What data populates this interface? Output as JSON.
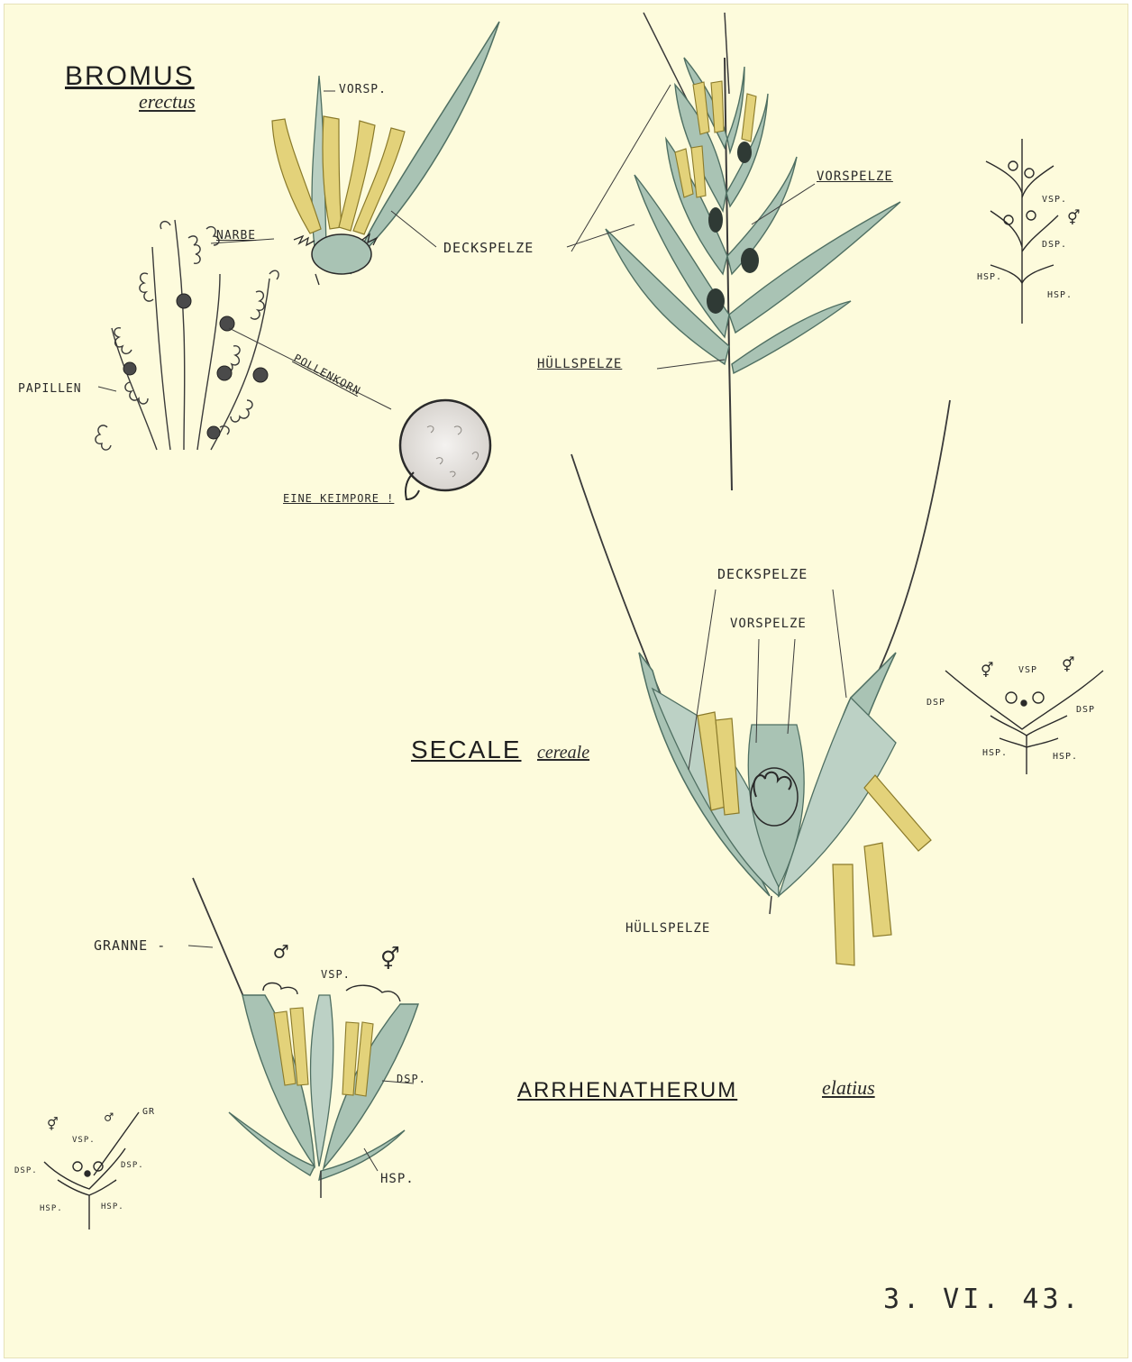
{
  "bromus": {
    "genus": "BROMUS",
    "species": "erectus",
    "labels": {
      "vorsp": "VORSP.",
      "narbe": "NARBE",
      "deckspelze": "DECKSPELZE",
      "papillen": "PAPILLEN",
      "pollenkorn": "POLLENKORN",
      "eine_keimpore": "EINE KEIMPORE !",
      "vorspelze": "VORSPELZE",
      "huellspelze": "HÜLLSPELZE",
      "vsp": "VSP.",
      "dsp": "DSP.",
      "hsp_left": "HSP.",
      "hsp_right": "HSP.",
      "sex_symbol": "⚥"
    }
  },
  "secale": {
    "genus": "SECALE",
    "species": "cereale",
    "labels": {
      "deckspelze": "DECKSPELZE",
      "vorspelze": "VORSPELZE",
      "huellspelze": "HÜLLSPELZE",
      "dsp_left": "DSP",
      "dsp_right": "DSP",
      "vsp": "VSP",
      "hsp_left": "HSP.",
      "hsp_right": "HSP.",
      "sex_left": "⚥",
      "sex_right": "⚥"
    }
  },
  "arrhenatherum": {
    "genus": "ARRHENATHERUM",
    "species": "elatius",
    "labels": {
      "granne": "GRANNE -",
      "male": "♂",
      "vsp": "VSP.",
      "bisexual": "⚥",
      "dsp": "DSP.",
      "hsp": "HSP.",
      "small_bisexual": "⚥",
      "small_male": "♂",
      "small_gr": "GR",
      "small_vsp": "VSP.",
      "small_dsp_left": "DSP.",
      "small_dsp_right": "DSP.",
      "small_hsp_left": "HSP.",
      "small_hsp_right": "HSP."
    }
  },
  "date": "3. VI. 43.",
  "colors": {
    "paper": "#fdfbdc",
    "pencil": "#2a2a2a",
    "glume_green": "#a9c3b4",
    "glume_stroke": "#4f6f62",
    "anther_yellow": "#e3d27a",
    "anther_stroke": "#8a7a2a",
    "pollen_dark": "#3a3a3a"
  }
}
